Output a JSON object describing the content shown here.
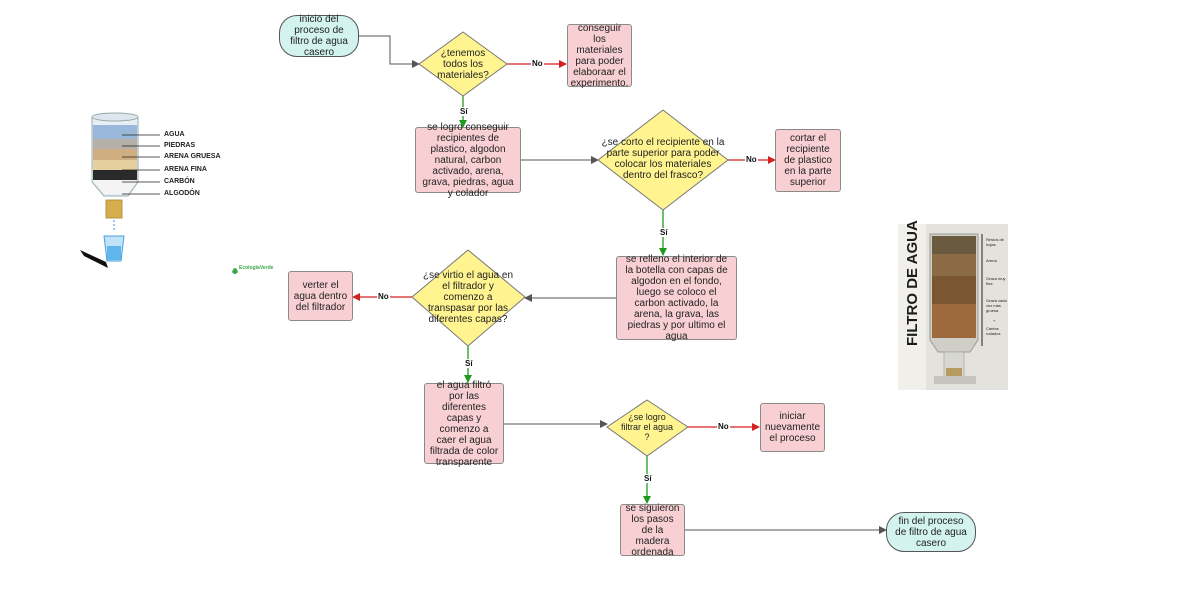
{
  "colors": {
    "process": "#f8d0d4",
    "terminal": "#d3f3ee",
    "decision": "#fff48f",
    "yes_arrow": "#1e9a1e",
    "no_arrow": "#d62020",
    "neutral_arrow": "#555555"
  },
  "flow": {
    "start": "inicio del proceso de filtro de agua casero",
    "d1": "¿tenemos todos los materiales?",
    "d1_no": "conseguir los materiales para poder elaboraar el experimento.",
    "step1": "se logro conseguir recipientes de plastico, algodon natural, carbon activado, arena, grava, piedras, agua y colador",
    "d2": "¿se corto el recipiente en la parte superior para poder colocar los materiales dentro del frasco?",
    "d2_no": "cortar el recipiente de plastico en la parte superior",
    "step2": "se relleno el interior de la botella con capas de algodon en el fondo, luego se coloco el carbon activado, la arena, la grava, las piedras y por ultimo el agua",
    "d3": "¿se virtio el agua en el filtrador y comenzo a transpasar por las diferentes capas?",
    "d3_no": "verter el agua dentro del filtrador",
    "step3": "el agua filtró por las diferentes capas y comenzo a caer el agua filtrada de color transparente",
    "d4": "¿se logro filtrar el agua ?",
    "d4_no": "iniciar nuevamente el proceso",
    "step4": "se siguieron los pasos de la madera ordenada",
    "end": "fin del proceso de filtro de agua casero",
    "yes": "Sí",
    "no": "No"
  },
  "left_image": {
    "layers": [
      "AGUA",
      "PIEDRAS",
      "ARENA GRUESA",
      "ARENA FINA",
      "CARBÓN",
      "ALGODÓN"
    ],
    "logo_text": "EcologíaVerde"
  },
  "right_image": {
    "title": "FILTRO DE AGUA",
    "labels": [
      "Restos de hojas",
      "Arena",
      "Grava muy fina",
      "Grava cada vez más gruesa",
      "+",
      "Cantos rodados"
    ]
  }
}
